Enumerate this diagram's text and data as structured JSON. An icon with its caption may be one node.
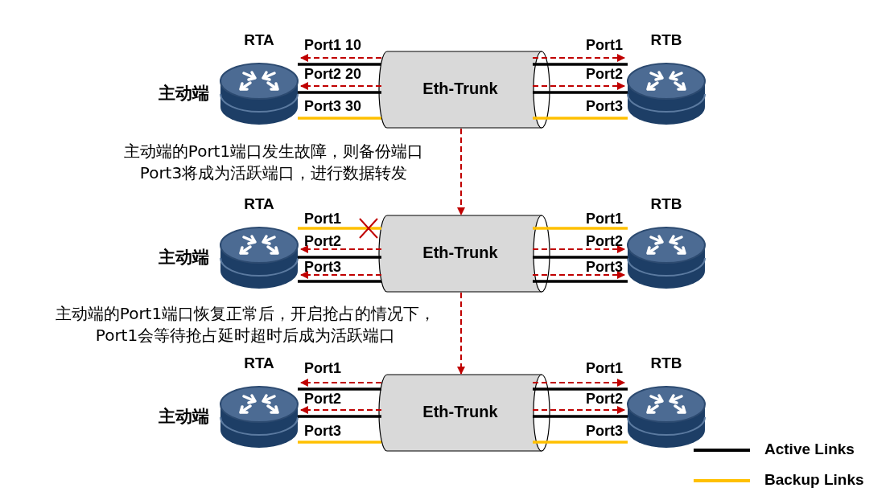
{
  "diagram": {
    "nodes": [
      {
        "text": [
          "RTA"
        ],
        "beside": [
          "主动端"
        ]
      },
      {
        "text": [
          "Eth-Trunk"
        ]
      },
      {
        "text": [
          "RTB"
        ]
      },
      {
        "text": [
          "RTA"
        ],
        "beside": [
          "主动端"
        ]
      },
      {
        "text": [
          "Eth-Trunk"
        ]
      },
      {
        "text": [
          "RTB"
        ]
      },
      {
        "text": [
          "RTA"
        ],
        "beside": [
          "主动端"
        ]
      },
      {
        "text": [
          "Eth-Trunk"
        ]
      },
      {
        "text": [
          "RTB"
        ]
      }
    ],
    "edges": [
      {
        "from": 0,
        "to": 1,
        "arrow": "none",
        "label": "Port1 10",
        "color": "#000000"
      },
      {
        "from": 0,
        "to": 1,
        "arrow": "none",
        "label": "Port2 20",
        "color": "#000000"
      },
      {
        "from": 0,
        "to": 1,
        "arrow": "none",
        "label": "Port3 30",
        "color": "#ffc000"
      },
      {
        "from": 1,
        "to": 2,
        "arrow": "none",
        "label": "Port1",
        "color": "#000000"
      },
      {
        "from": 1,
        "to": 2,
        "arrow": "none",
        "label": "Port2",
        "color": "#000000"
      },
      {
        "from": 1,
        "to": 2,
        "arrow": "none",
        "label": "Port3",
        "color": "#ffc000"
      },
      {
        "from": 1,
        "to": 0,
        "arrow": "to",
        "style": "dashed",
        "color": "#c00000"
      },
      {
        "from": 1,
        "to": 0,
        "arrow": "to",
        "style": "dashed",
        "color": "#c00000"
      },
      {
        "from": 1,
        "to": 2,
        "arrow": "to",
        "style": "dashed",
        "color": "#c00000"
      },
      {
        "from": 1,
        "to": 2,
        "arrow": "to",
        "style": "dashed",
        "color": "#c00000"
      },
      {
        "from": 3,
        "to": 4,
        "arrow": "none",
        "label": "Port1",
        "color": "#ffc000"
      },
      {
        "from": 3,
        "to": 4,
        "arrow": "none",
        "label": "Port2",
        "color": "#000000"
      },
      {
        "from": 3,
        "to": 4,
        "arrow": "none",
        "label": "Port3",
        "color": "#000000"
      },
      {
        "from": 4,
        "to": 5,
        "arrow": "none",
        "label": "Port1",
        "color": "#ffc000"
      },
      {
        "from": 4,
        "to": 5,
        "arrow": "none",
        "label": "Port2",
        "color": "#000000"
      },
      {
        "from": 4,
        "to": 5,
        "arrow": "none",
        "label": "Port3",
        "color": "#000000"
      },
      {
        "from": 4,
        "to": 3,
        "arrow": "to",
        "style": "dashed",
        "color": "#c00000"
      },
      {
        "from": 4,
        "to": 3,
        "arrow": "to",
        "style": "dashed",
        "color": "#c00000"
      },
      {
        "from": 4,
        "to": 5,
        "arrow": "to",
        "style": "dashed",
        "color": "#c00000"
      },
      {
        "from": 4,
        "to": 5,
        "arrow": "to",
        "style": "dashed",
        "color": "#c00000"
      },
      {
        "from": 6,
        "to": 7,
        "arrow": "none",
        "label": "Port1",
        "color": "#000000"
      },
      {
        "from": 6,
        "to": 7,
        "arrow": "none",
        "label": "Port2",
        "color": "#000000"
      },
      {
        "from": 6,
        "to": 7,
        "arrow": "none",
        "label": "Port3",
        "color": "#ffc000"
      },
      {
        "from": 7,
        "to": 8,
        "arrow": "none",
        "label": "Port1",
        "color": "#000000"
      },
      {
        "from": 7,
        "to": 8,
        "arrow": "none",
        "label": "Port2",
        "color": "#000000"
      },
      {
        "from": 7,
        "to": 8,
        "arrow": "none",
        "label": "Port3",
        "color": "#ffc000"
      },
      {
        "from": 7,
        "to": 6,
        "arrow": "to",
        "style": "dashed",
        "color": "#c00000"
      },
      {
        "from": 7,
        "to": 6,
        "arrow": "to",
        "style": "dashed",
        "color": "#c00000"
      },
      {
        "from": 7,
        "to": 8,
        "arrow": "to",
        "style": "dashed",
        "color": "#c00000"
      },
      {
        "from": 7,
        "to": 8,
        "arrow": "to",
        "style": "dashed",
        "color": "#c00000"
      },
      {
        "from": 1,
        "to": 4,
        "arrow": "to",
        "style": "dashed",
        "color": "#c00000"
      },
      {
        "from": 4,
        "to": 7,
        "arrow": "to",
        "style": "dashed",
        "color": "#c00000"
      }
    ],
    "labels": [
      "主动端的Port1端口发生故障，则备份端口Port3将成为活跃端口，进行数据转发",
      "主动端的Port1端口恢复正常后，开启抢占的情况下，Port1会等待抢占延时超时后成为活跃端口"
    ],
    "legend": [
      {
        "text": "Active Links"
      },
      {
        "text": "Backup Links"
      }
    ]
  }
}
